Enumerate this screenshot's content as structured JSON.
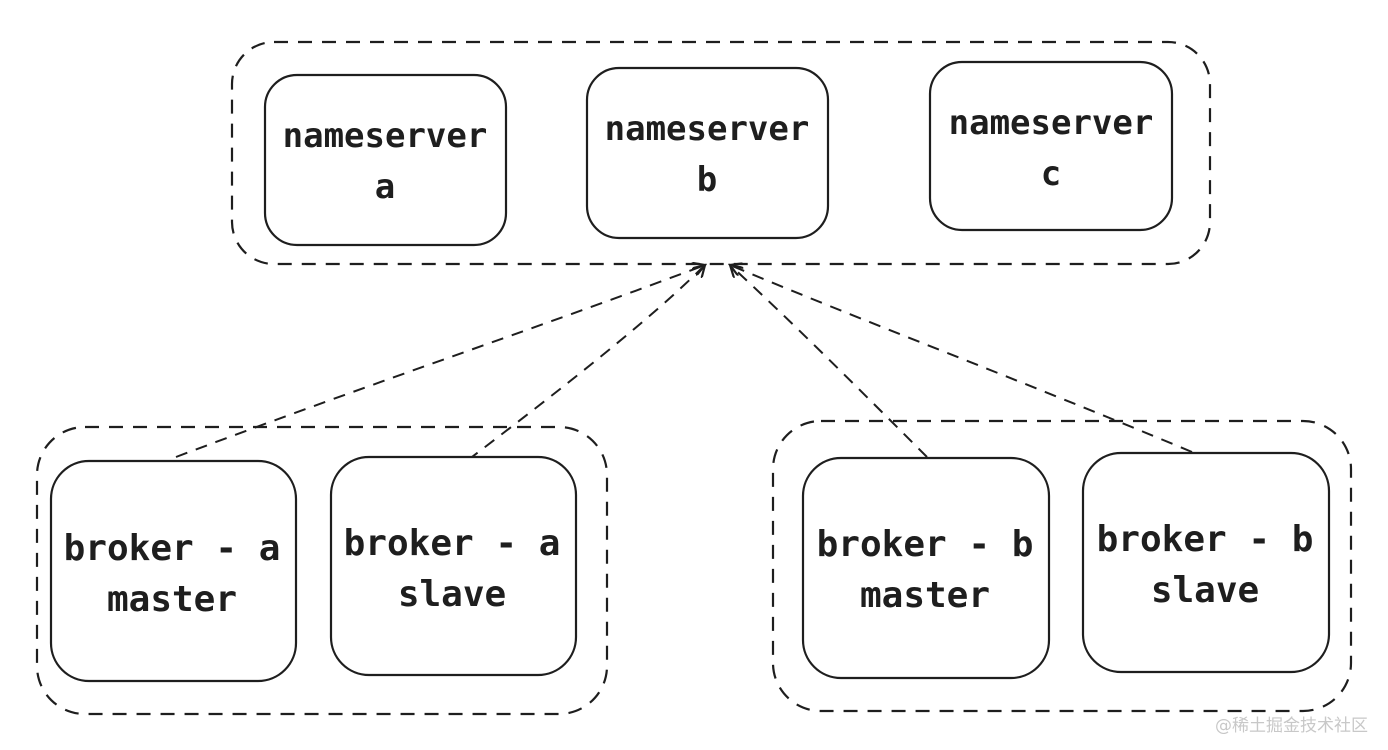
{
  "nameserver_group": {
    "nodes": [
      {
        "line1": "nameserver",
        "line2": "a"
      },
      {
        "line1": "nameserver",
        "line2": "b"
      },
      {
        "line1": "nameserver",
        "line2": "c"
      }
    ]
  },
  "broker_group_a": {
    "nodes": [
      {
        "line1": "broker - a",
        "line2": "master"
      },
      {
        "line1": "broker - a",
        "line2": "slave"
      }
    ]
  },
  "broker_group_b": {
    "nodes": [
      {
        "line1": "broker - b",
        "line2": "master"
      },
      {
        "line1": "broker - b",
        "line2": "slave"
      }
    ]
  },
  "watermark": "@稀土掘金技术社区",
  "colors": {
    "stroke": "#1e1e1e",
    "background": "#ffffff",
    "watermark": "#c8c8c8"
  }
}
